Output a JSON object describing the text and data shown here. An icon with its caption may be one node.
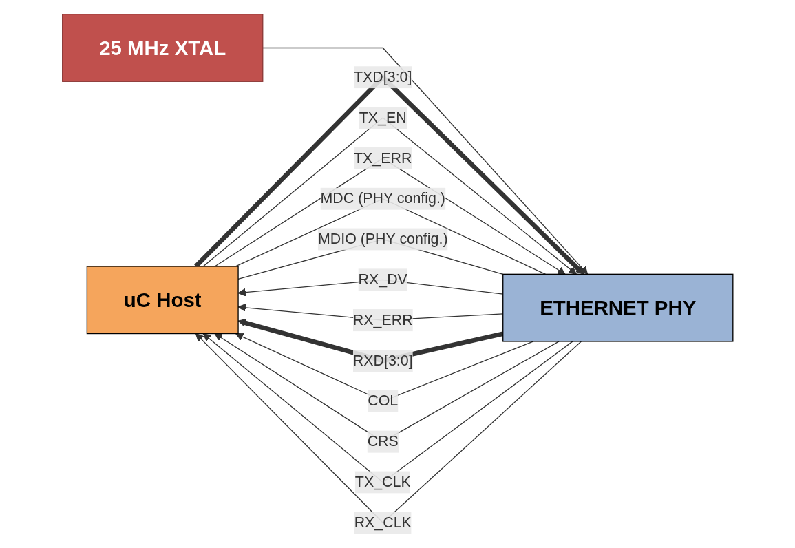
{
  "diagram": {
    "nodes": [
      {
        "text": [
          "uC Host"
        ]
      },
      {
        "text": [
          "ETHERNET PHY"
        ]
      },
      {
        "text": [
          "25 MHz XTAL"
        ]
      }
    ],
    "edges": [
      {
        "from": 0,
        "to": 1,
        "arrow": "to",
        "label": "TXD[3:0]",
        "style": "thick"
      },
      {
        "from": 0,
        "to": 1,
        "arrow": "to",
        "label": "TX_EN"
      },
      {
        "from": 0,
        "to": 1,
        "arrow": "to",
        "label": "TX_ERR"
      },
      {
        "from": 1,
        "to": 0,
        "arrow": "to",
        "label": "RX_DV"
      },
      {
        "from": 1,
        "to": 0,
        "arrow": "to",
        "label": "RX_ERR"
      },
      {
        "from": 1,
        "to": 0,
        "arrow": "to",
        "label": "RXD[3:0]",
        "style": "thick"
      },
      {
        "from": 1,
        "to": 0,
        "arrow": "to",
        "label": "COL"
      },
      {
        "from": 1,
        "to": 0,
        "arrow": "to",
        "label": "CRS"
      },
      {
        "from": 1,
        "to": 0,
        "arrow": "to",
        "label": "TX_CLK"
      },
      {
        "from": 1,
        "to": 0,
        "arrow": "to",
        "label": "RX_CLK"
      },
      {
        "from": 2,
        "to": 1,
        "arrow": "to"
      },
      {
        "from": 0,
        "to": 1,
        "arrow": "none",
        "label": "MDC (PHY config.)"
      },
      {
        "from": 0,
        "to": 1,
        "arrow": "none",
        "label": "MDIO (PHY config.)"
      }
    ]
  }
}
